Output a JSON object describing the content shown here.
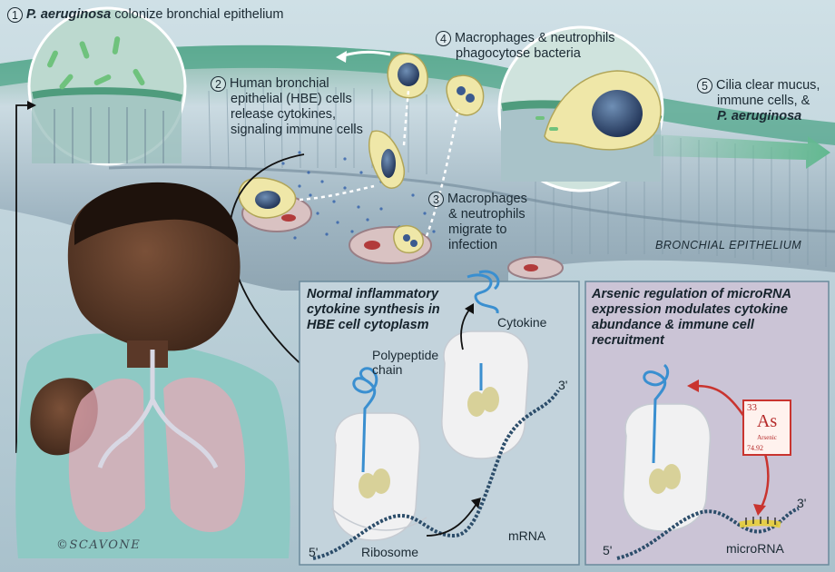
{
  "steps": {
    "s1": {
      "num": "1",
      "italic": "P. aeruginosa",
      "text": " colonize bronchial epithelium"
    },
    "s2": {
      "num": "2",
      "lines": [
        "Human bronchial",
        "epithelial (HBE) cells",
        "release cytokines,",
        "signaling immune cells"
      ]
    },
    "s3": {
      "num": "3",
      "lines": [
        "Macrophages",
        "& neutrophils",
        "migrate to",
        "infection"
      ]
    },
    "s4": {
      "num": "4",
      "lines": [
        "Macrophages & neutrophils",
        "phagocytose bacteria"
      ]
    },
    "s5": {
      "num": "5",
      "lines": [
        "Cilia clear mucus,",
        "immune cells, &"
      ],
      "italic": "P. aeruginosa"
    }
  },
  "tissue_label": "BRONCHIAL EPITHELIUM",
  "panel_normal": {
    "title_lines": [
      "Normal inflammatory",
      "cytokine synthesis in",
      "HBE cell cytoplasm"
    ],
    "cytokine": "Cytokine",
    "polypeptide_lines": [
      "Polypeptide",
      "chain"
    ],
    "ribosome": "Ribosome",
    "mrna": "mRNA",
    "five_prime": "5'",
    "three_prime": "3'"
  },
  "panel_arsenic": {
    "title_lines": [
      "Arsenic regulation of microRNA",
      "expression modulates cytokine",
      "abundance & immune cell",
      "recruitment"
    ],
    "element": {
      "number": "33",
      "symbol": "As",
      "name": "Arsenic",
      "mass": "74.92"
    },
    "microrna": "microRNA",
    "five_prime": "5'",
    "three_prime": "3'"
  },
  "signature": "©SCAVONE",
  "colors": {
    "epithelium": "#b9cdd6",
    "mucus": "#4fa58a",
    "rna": "#3a8fd0",
    "arsenic": "#c9342f",
    "panel": "#c3d3dc",
    "panel_arsenic": "#cbc4d6"
  }
}
